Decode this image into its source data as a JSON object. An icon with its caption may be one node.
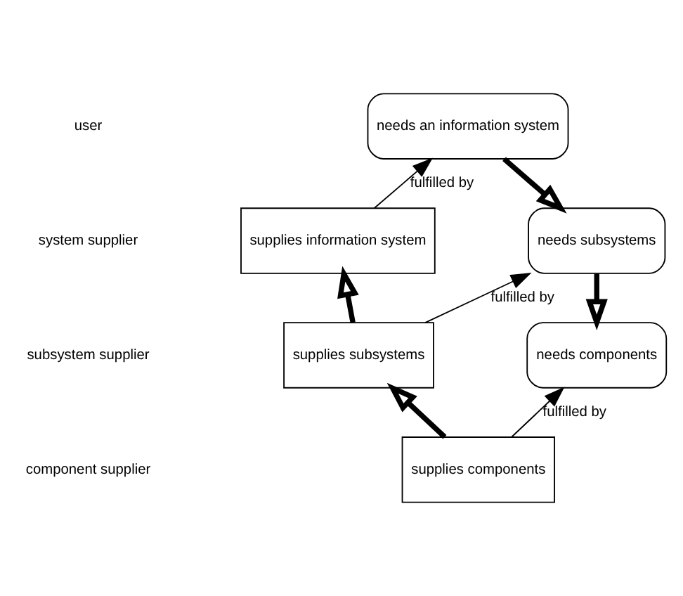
{
  "diagram": {
    "nodes": [
      {
        "text": [
          "needs an information system"
        ]
      },
      {
        "text": [
          "supplies information system"
        ]
      },
      {
        "text": [
          "needs subsystems"
        ]
      },
      {
        "text": [
          "supplies subsystems"
        ]
      },
      {
        "text": [
          "needs components"
        ]
      },
      {
        "text": [
          "supplies components"
        ]
      }
    ],
    "edges": [
      {
        "from": 1,
        "to": 0,
        "arrow": "to",
        "label": "fulfilled by"
      },
      {
        "from": 0,
        "to": 2,
        "arrow": "to"
      },
      {
        "from": 3,
        "to": 2,
        "arrow": "to",
        "label": "fulfilled by"
      },
      {
        "from": 2,
        "to": 4,
        "arrow": "to"
      },
      {
        "from": 3,
        "to": 1,
        "arrow": "to"
      },
      {
        "from": 5,
        "to": 4,
        "arrow": "to",
        "label": "fulfilled by"
      },
      {
        "from": 5,
        "to": 3,
        "arrow": "to"
      }
    ],
    "labels": [
      "user",
      "system supplier",
      "subsystem supplier",
      "component supplier"
    ]
  }
}
